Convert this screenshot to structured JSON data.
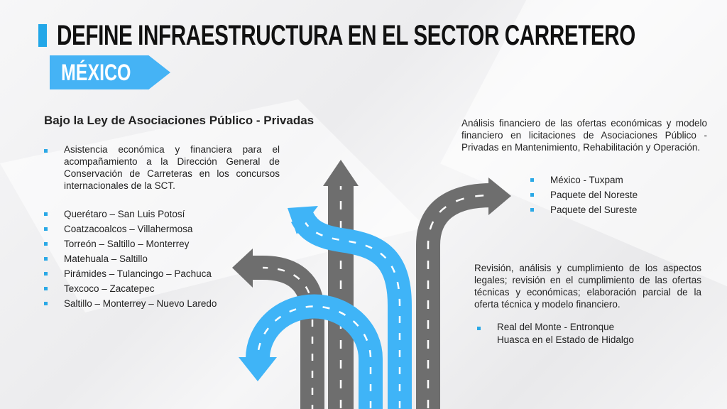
{
  "header": {
    "title": "DEFINE INFRAESTRUCTURA EN EL SECTOR CARRETERO",
    "country": "MÉXICO"
  },
  "left": {
    "heading": "Bajo la Ley de Asociaciones Público - Privadas",
    "intro": "Asistencia económica y financiera para el acompañamiento a la Dirección General de Conservación de Carreteras en los concursos internacionales de la SCT.",
    "items": [
      "Querétaro – San Luis Potosí",
      "Coatzacoalcos – Villahermosa",
      "Torreón – Saltillo – Monterrey",
      "Matehuala – Saltillo",
      "Pirámides – Tulancingo – Pachuca",
      "Texcoco – Zacatepec",
      "Saltillo – Monterrey – Nuevo Laredo"
    ]
  },
  "right_top": {
    "text": "Análisis financiero de las ofertas económicas y modelo financiero en licitaciones de Asociaciones Público - Privadas en Mantenimiento, Rehabilitación y Operación.",
    "items": [
      "México - Tuxpam",
      "Paquete del Noreste",
      "Paquete del Sureste"
    ]
  },
  "right_bottom": {
    "text": "Revisión, análisis y cumplimiento de los aspectos legales; revisión en el cumplimiento de las ofertas técnicas y económicas; elaboración parcial de la oferta técnica y modelo financiero.",
    "items": [
      "Real del Monte - Entronque Huasca en el Estado de Hidalgo"
    ]
  },
  "colors": {
    "accent": "#45b3f5",
    "road_gray": "#6e6e6e",
    "road_blue": "#3fb4f7"
  }
}
